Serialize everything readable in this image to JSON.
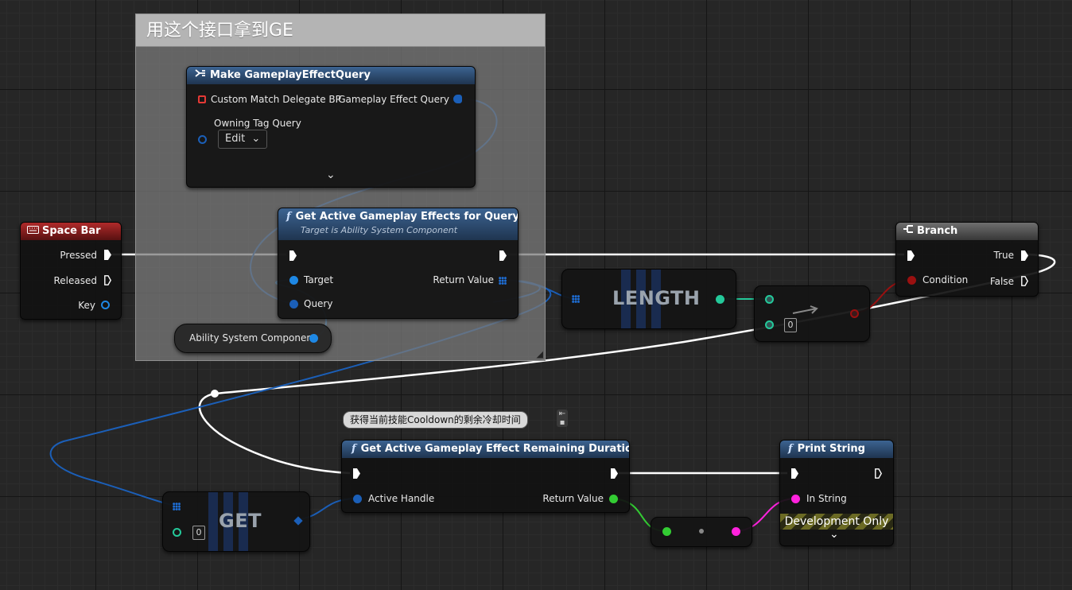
{
  "comment": {
    "title": "用这个接口拿到GE"
  },
  "colors": {
    "exec_wire": "#ffffff",
    "object_pin": "#1e88e5",
    "struct_pin": "#1b5fb8",
    "int_pin": "#24c99a",
    "bool_pin": "#9a1010",
    "float_pin": "#33cc33",
    "string_pin": "#ff22dd",
    "delegate_pin": "#e53935"
  },
  "make_query": {
    "title": "Make GameplayEffectQuery",
    "icon": "make-struct-icon",
    "custom_match": "Custom Match Delegate BP",
    "output": "Gameplay Effect Query",
    "owning_tag": "Owning Tag Query",
    "edit": "Edit",
    "expand_icon": "chevron-down-icon"
  },
  "get_active": {
    "title": "Get Active Gameplay Effects for Query",
    "subtitle": "Target is Ability System Component",
    "target": "Target",
    "query": "Query",
    "return": "Return Value"
  },
  "asc_var": {
    "label": "Ability System Component"
  },
  "space_bar": {
    "title": "Space Bar",
    "icon": "keyboard-icon",
    "pressed": "Pressed",
    "released": "Released",
    "key": "Key"
  },
  "length": {
    "title": "LENGTH"
  },
  "compare": {
    "b_value": "0"
  },
  "branch": {
    "title": "Branch",
    "icon": "branch-icon",
    "true": "True",
    "condition": "Condition",
    "false": "False"
  },
  "tooltip": {
    "text": "获得当前技能Cooldown的剩余冷却时间"
  },
  "remaining": {
    "title": "Get Active Gameplay Effect Remaining Duration",
    "active_handle": "Active Handle",
    "return": "Return Value"
  },
  "print": {
    "title": "Print String",
    "in_string": "In String",
    "dev_only": "Development Only",
    "expand_icon": "chevron-down-icon"
  },
  "get": {
    "title": "GET",
    "index": "0"
  }
}
